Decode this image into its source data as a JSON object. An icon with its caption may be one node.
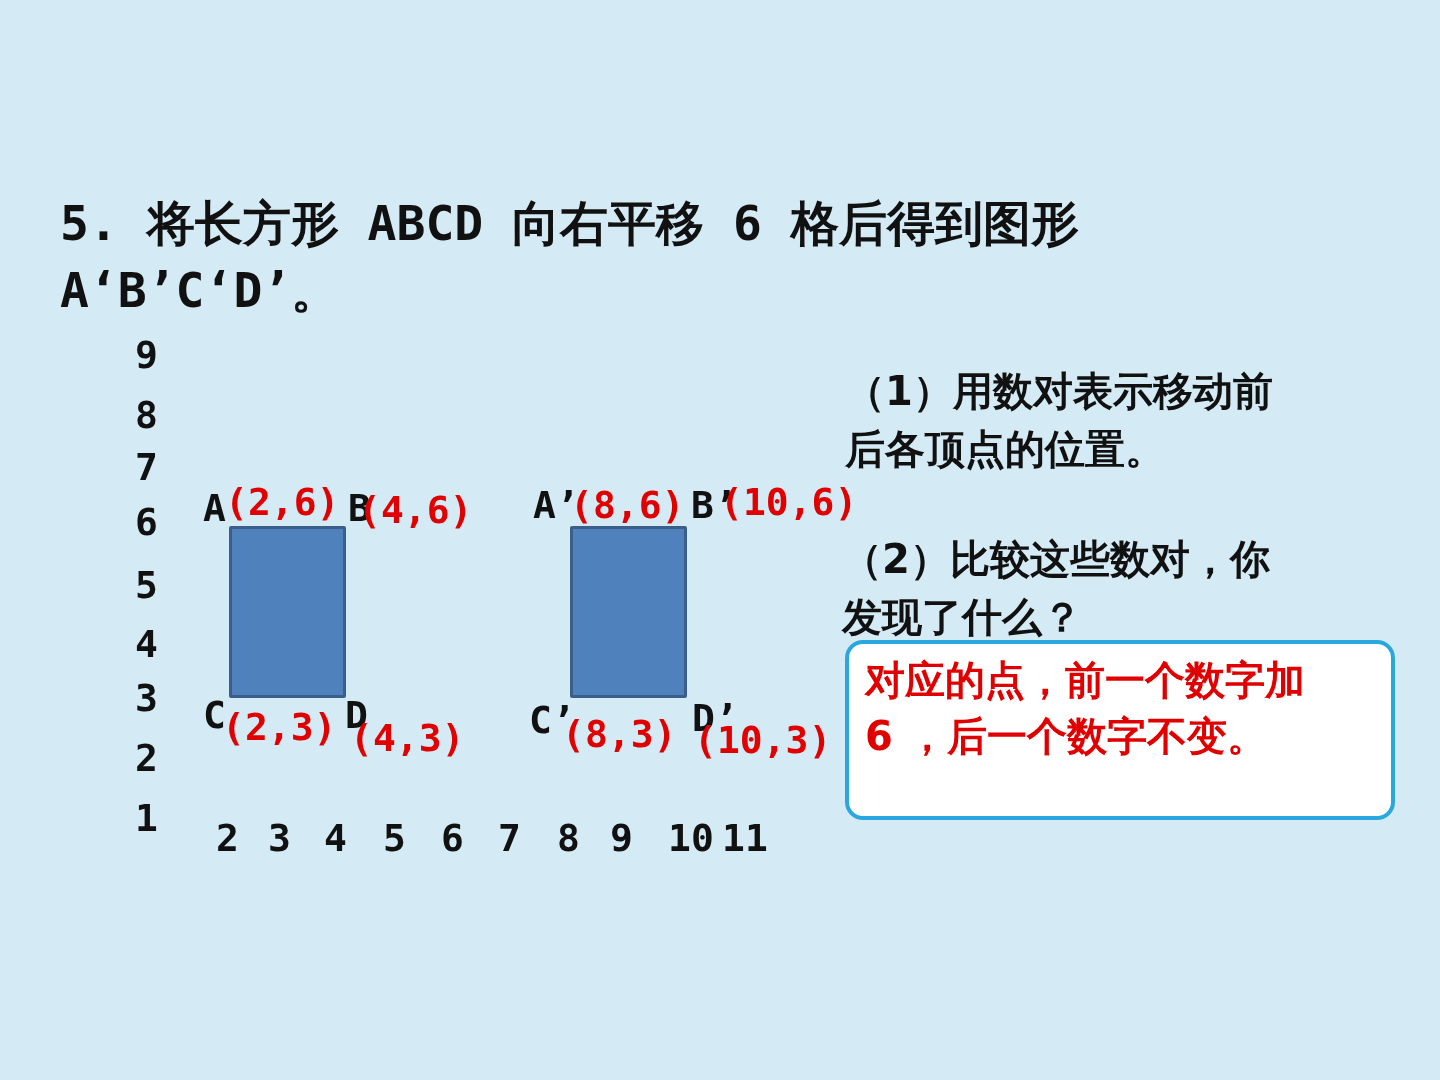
{
  "diagram": {
    "title": "5. 将长方形 ABCD 向右平移 6 格后得到图形 A‘B’C‘D’。",
    "nodes": [
      {
        "text": [],
        "shape": "box"
      },
      {
        "text": [],
        "shape": "box"
      },
      {
        "text": [
          "对应的点，前一个数字加 6 ，后一个数字不变。"
        ]
      }
    ],
    "edges": [],
    "labels": [
      "9",
      "8",
      "7",
      "6",
      "5",
      "4",
      "3",
      "2",
      "1",
      "A",
      "(2,6)",
      "B",
      "(4,6)",
      "A’",
      "(8,6)",
      "B’",
      "(10,6)",
      "（1）用数对表示移动前后各顶点的位置。",
      "C",
      "(2,3)",
      "D",
      "(4,3)",
      "C’",
      "(8,3)",
      "D’",
      "(10,3)",
      "（2）比较这些数对，你发现了什么？",
      "2",
      "3",
      "4",
      "5",
      "6",
      "7",
      "8",
      "9",
      "10",
      "11"
    ]
  }
}
